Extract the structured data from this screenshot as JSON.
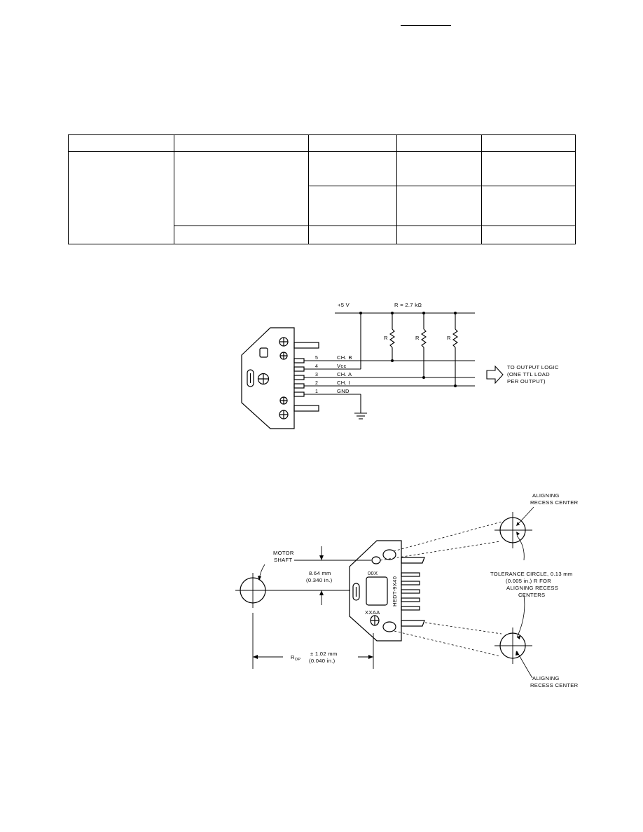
{
  "circuit": {
    "supply_label": "+5 V",
    "resistor_value_label": "R = 2.7 kΩ",
    "resistor_labels": [
      "R",
      "R",
      "R"
    ],
    "pins": [
      {
        "number": "5",
        "signal": "CH. B"
      },
      {
        "number": "4",
        "signal": "Vcc"
      },
      {
        "number": "3",
        "signal": "CH. A"
      },
      {
        "number": "2",
        "signal": "CH. I"
      },
      {
        "number": "1",
        "signal": "GND"
      }
    ],
    "output_note": [
      "TO OUTPUT LOGIC",
      "(ONE TTL LOAD",
      "PER OUTPUT)"
    ]
  },
  "mounting": {
    "motor_shaft_label": [
      "MOTOR",
      "SHAFT"
    ],
    "offset_dimension": [
      "8.64 mm",
      "(0.340 in.)"
    ],
    "rop_dimension": {
      "prefix": "R",
      "subscript": "OP",
      "value": [
        "± 1.02 mm",
        "(0.040 in.)"
      ]
    },
    "part_number": "HEDT-9X40",
    "date_code": "00X",
    "lot_code": "XXAA",
    "recess_top_label": [
      "ALIGNING",
      "RECESS CENTER"
    ],
    "recess_bottom_label": [
      "ALIGNING",
      "RECESS CENTER"
    ],
    "tolerance_note": [
      "TOLERANCE CIRCLE, 0.13 mm",
      "(0.005 in.) R FOR",
      "ALIGNING RECESS",
      "CENTERS"
    ]
  }
}
